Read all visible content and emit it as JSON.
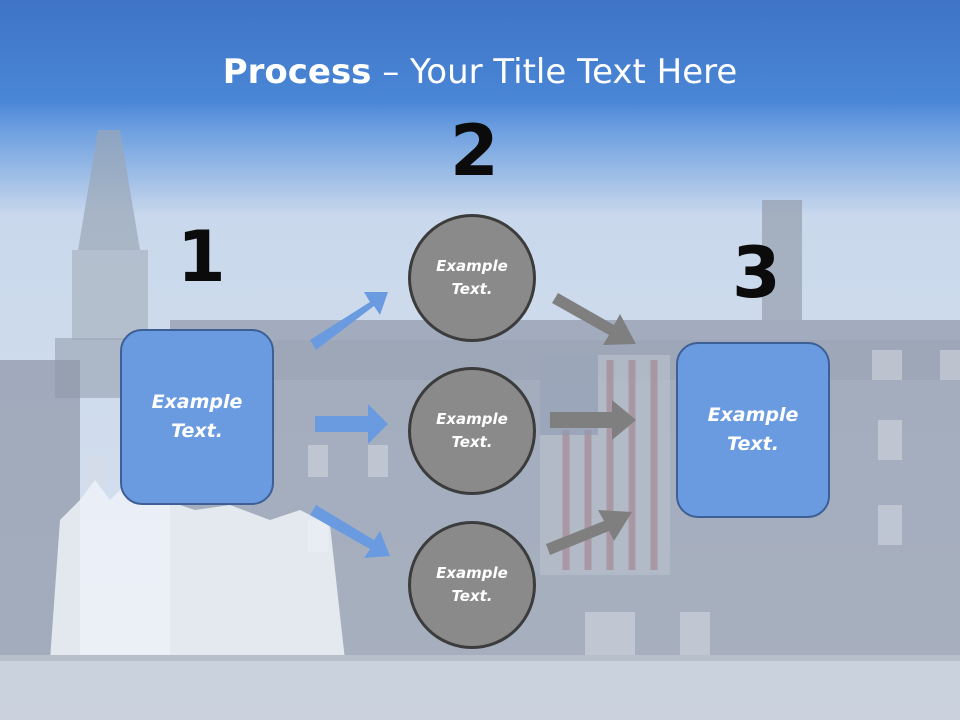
{
  "title": {
    "bold": "Process",
    "rest": " – Your Title Text Here"
  },
  "steps": {
    "one": "1",
    "two": "2",
    "three": "3"
  },
  "left_box": {
    "line1": "Example",
    "line2": "Text."
  },
  "right_box": {
    "line1": "Example",
    "line2": "Text."
  },
  "circles": [
    {
      "line1": "Example",
      "line2": "Text."
    },
    {
      "line1": "Example",
      "line2": "Text."
    },
    {
      "line1": "Example",
      "line2": "Text."
    }
  ],
  "colors": {
    "header": "#4a86d6",
    "box_fill": "#6a9be0",
    "circle_fill": "#8a8a8a",
    "blue_arrow": "#6a9be0",
    "gray_arrow": "#7f7f7f"
  }
}
